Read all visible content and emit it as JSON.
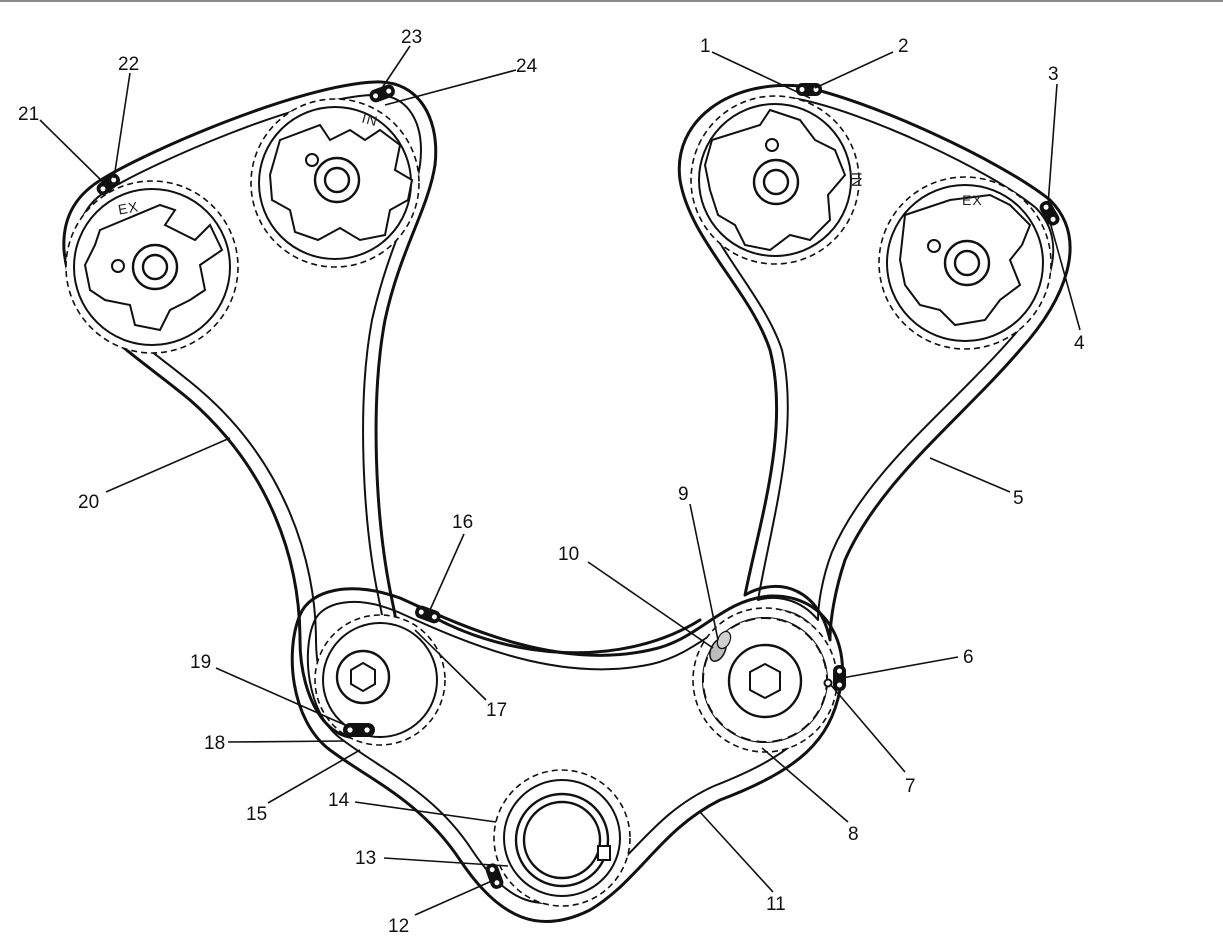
{
  "diagram": {
    "callouts": {
      "c1": "1",
      "c2": "2",
      "c3": "3",
      "c4": "4",
      "c5": "5",
      "c6": "6",
      "c7": "7",
      "c8": "8",
      "c9": "9",
      "c10": "10",
      "c11": "11",
      "c12": "12",
      "c13": "13",
      "c14": "14",
      "c15": "15",
      "c16": "16",
      "c17": "17",
      "c18": "18",
      "c19": "19",
      "c20": "20",
      "c21": "21",
      "c22": "22",
      "c23": "23",
      "c24": "24"
    },
    "sprocket_marks": {
      "left_exhaust": "EX",
      "left_intake": "IN",
      "right_intake": "IN",
      "right_exhaust": "EX"
    }
  }
}
